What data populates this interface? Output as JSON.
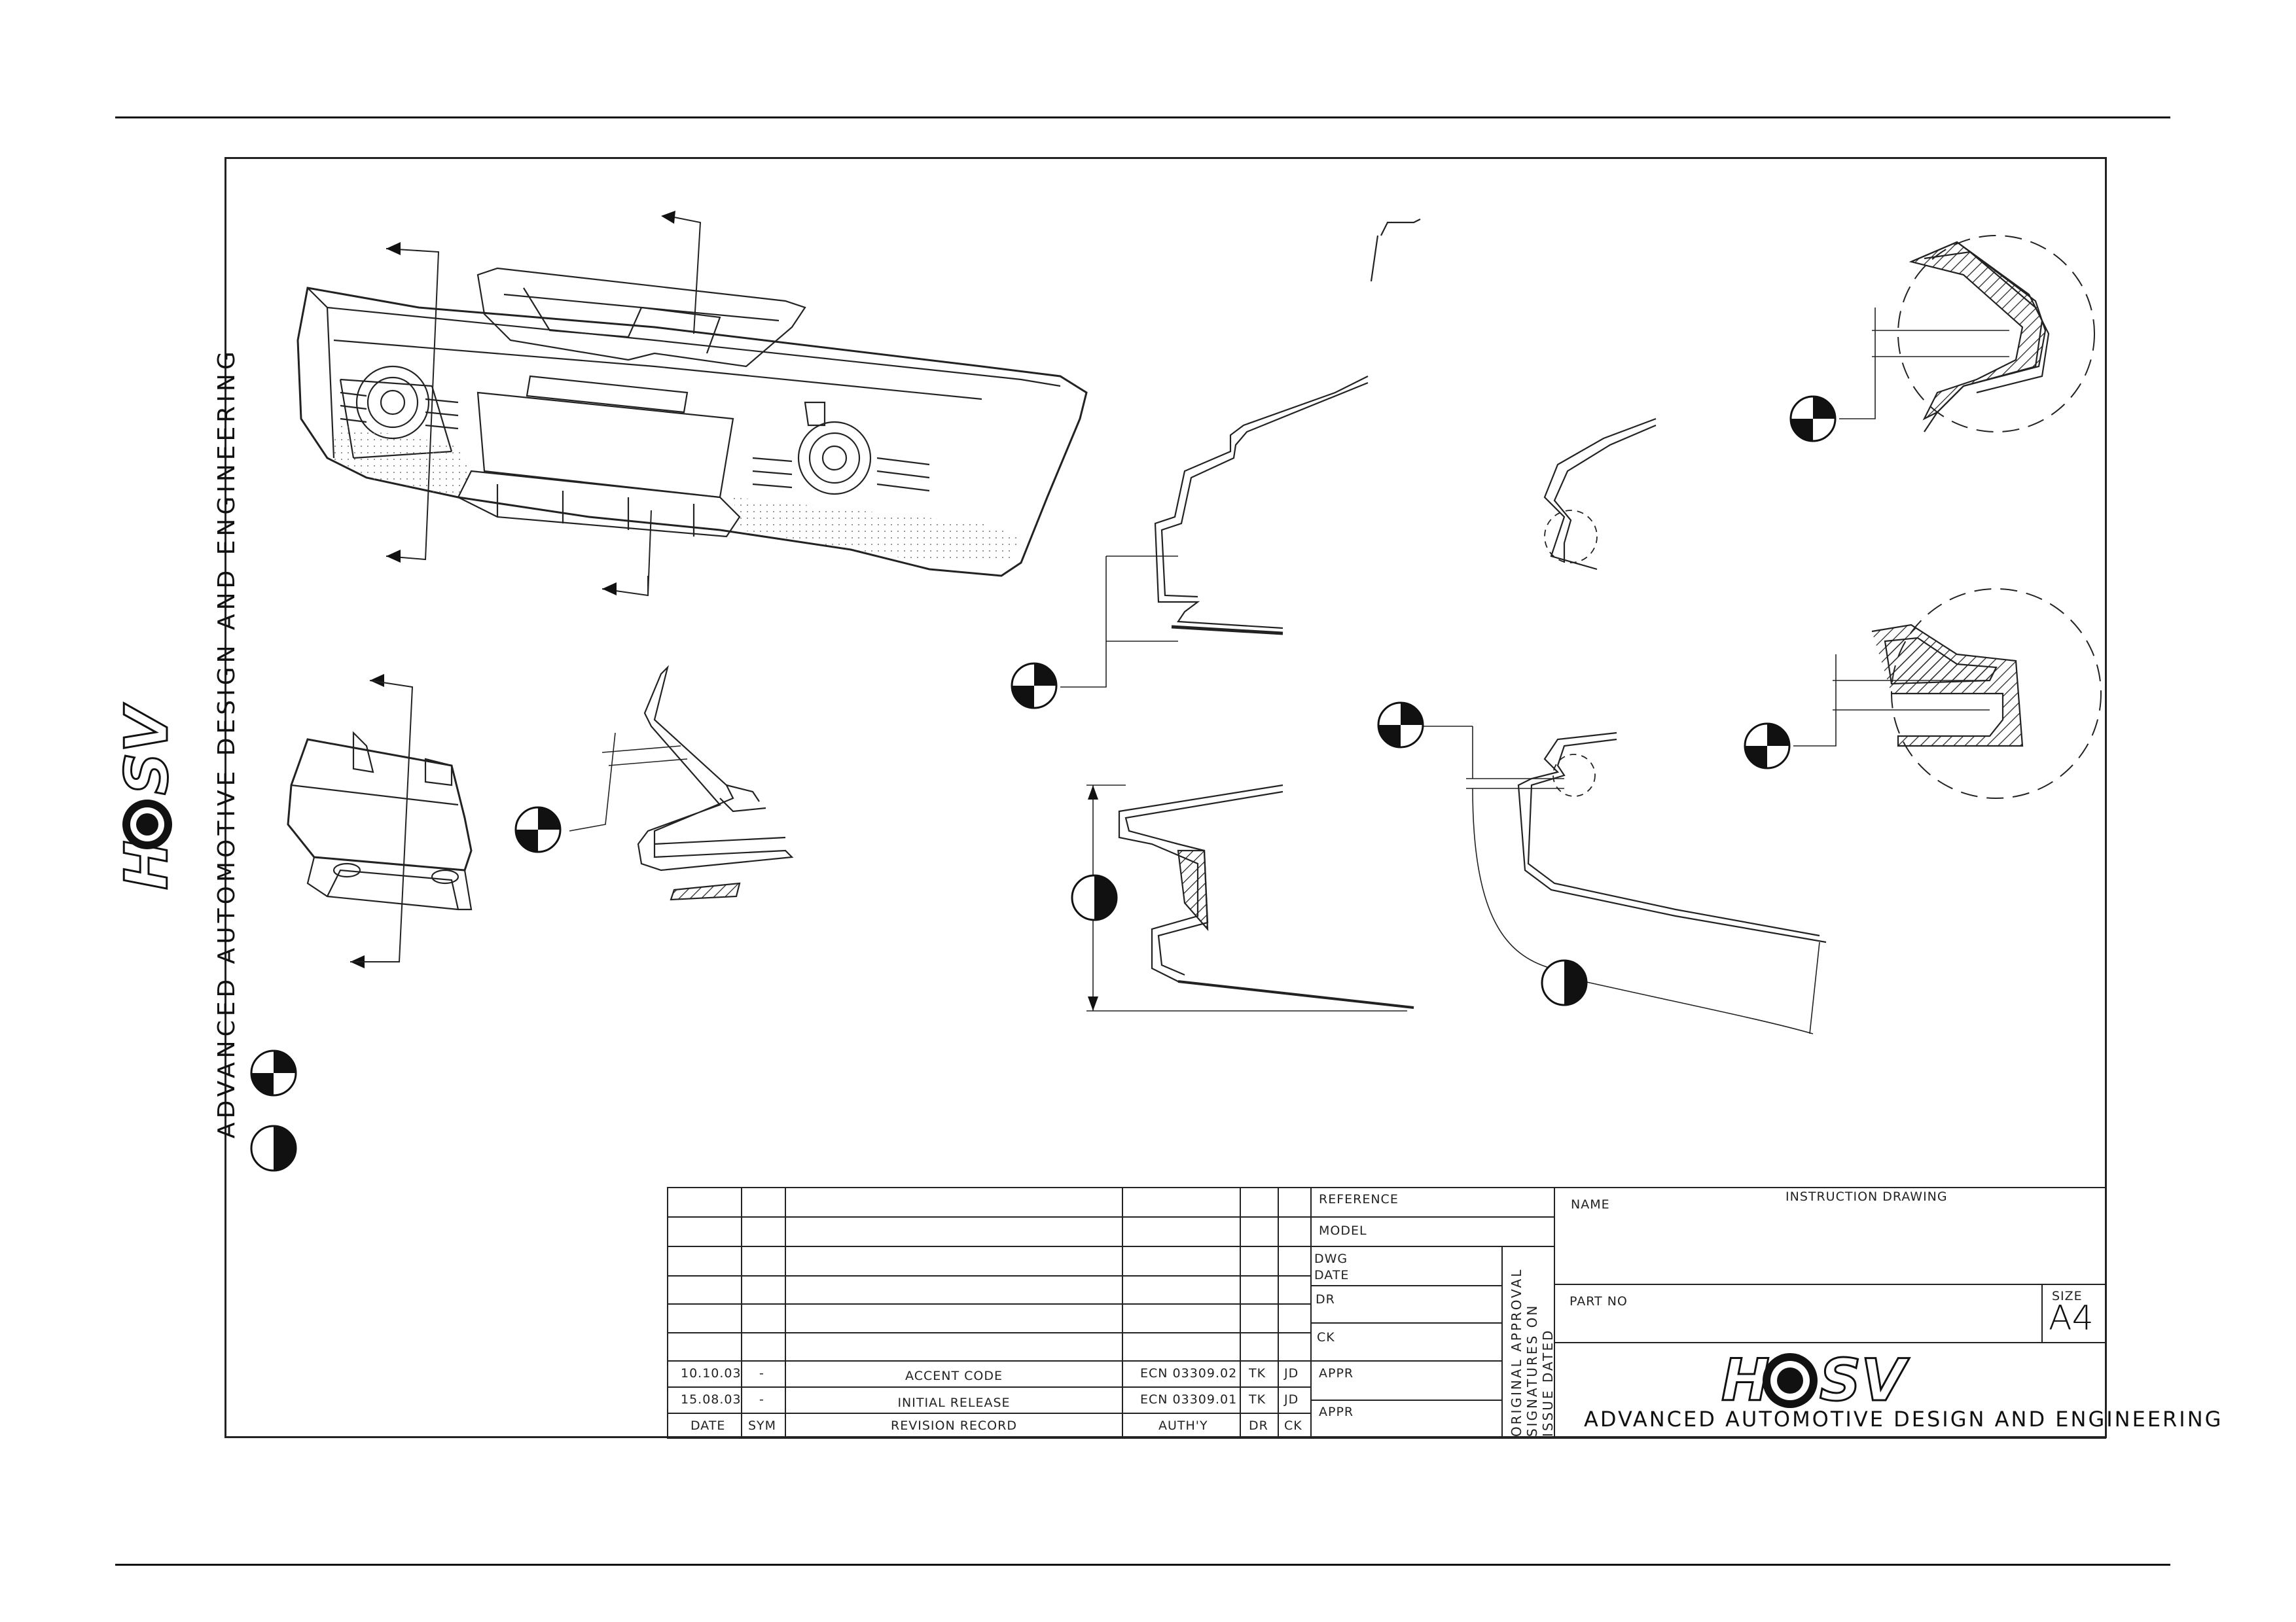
{
  "branding": {
    "company_tagline": "ADVANCED AUTOMOTIVE DESIGN AND ENGINEERING",
    "logo_text": "HSV"
  },
  "title_block": {
    "reference_label": "REFERENCE",
    "model_label": "MODEL",
    "dwg_label": "DWG",
    "date_label": "DATE",
    "dr_label": "DR",
    "ck_label": "CK",
    "appr_label": "APPR",
    "appr2_label": "APPR",
    "approval_note": [
      "ORIGINAL APPROVAL",
      "SIGNATURES ON",
      "ISSUE DATED"
    ],
    "name_label": "NAME",
    "name_value": "INSTRUCTION DRAWING",
    "part_no_label": "PART NO",
    "size_label": "SIZE",
    "size_value": "A4"
  },
  "revision_table": {
    "headers": {
      "date": "DATE",
      "sym": "SYM",
      "record": "REVISION RECORD",
      "authy": "AUTH'Y",
      "dr": "DR",
      "ck": "CK"
    },
    "rows": [
      {
        "date": "10.10.03",
        "sym": "-",
        "record": "ACCENT CODE",
        "authy": "ECN 03309.02",
        "dr": "TK",
        "ck": "JD"
      },
      {
        "date": "15.08.03",
        "sym": "-",
        "record": "INITIAL RELEASE",
        "authy": "ECN 03309.01",
        "dr": "TK",
        "ck": "JD"
      }
    ]
  }
}
